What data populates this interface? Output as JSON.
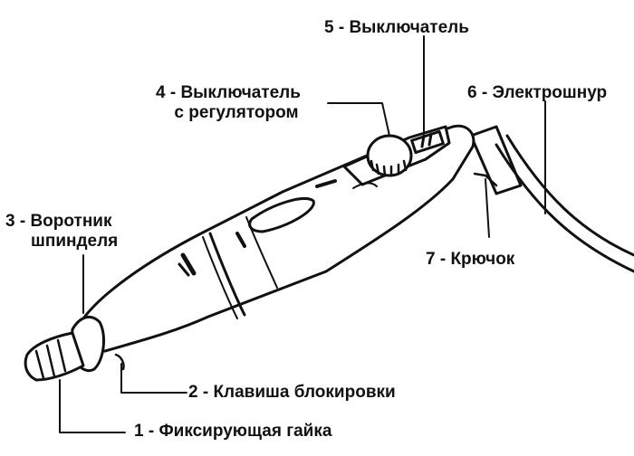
{
  "diagram": {
    "labels": [
      {
        "id": "l5",
        "lines": [
          "5 - Выключатель"
        ]
      },
      {
        "id": "l4",
        "lines": [
          "4 - Выключатель",
          "с регулятором"
        ]
      },
      {
        "id": "l6",
        "lines": [
          "6 - Электрошнур"
        ]
      },
      {
        "id": "l3",
        "lines": [
          "3 - Воротник",
          "шпинделя"
        ]
      },
      {
        "id": "l7",
        "lines": [
          "7 - Крючок"
        ]
      },
      {
        "id": "l2",
        "lines": [
          "2 - Клавиша блокировки"
        ]
      },
      {
        "id": "l1",
        "lines": [
          "1 - Фиксирующая гайка"
        ]
      }
    ]
  }
}
